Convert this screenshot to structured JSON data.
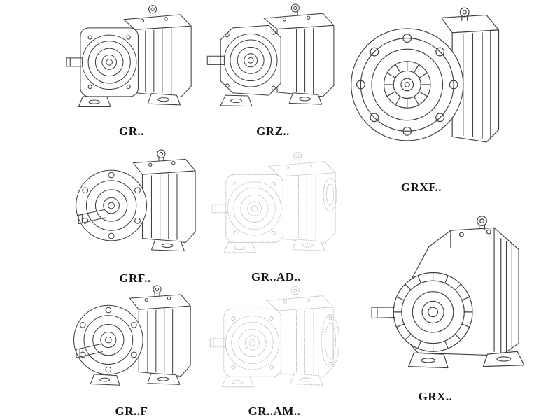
{
  "page": {
    "background": "#ffffff",
    "line_color": "#3f3f3f",
    "faded_line_color": "#c4c4c4"
  },
  "figures": [
    {
      "id": "gr",
      "label": "GR.."
    },
    {
      "id": "grz",
      "label": "GRZ.."
    },
    {
      "id": "grxf",
      "label": "GRXF.."
    },
    {
      "id": "grf",
      "label": "GRF.."
    },
    {
      "id": "gr-ad",
      "label": "GR..AD.."
    },
    {
      "id": "grx",
      "label": "GRX.."
    },
    {
      "id": "gr-f",
      "label": "GR..F"
    },
    {
      "id": "gr-am",
      "label": "GR..AM.."
    }
  ]
}
